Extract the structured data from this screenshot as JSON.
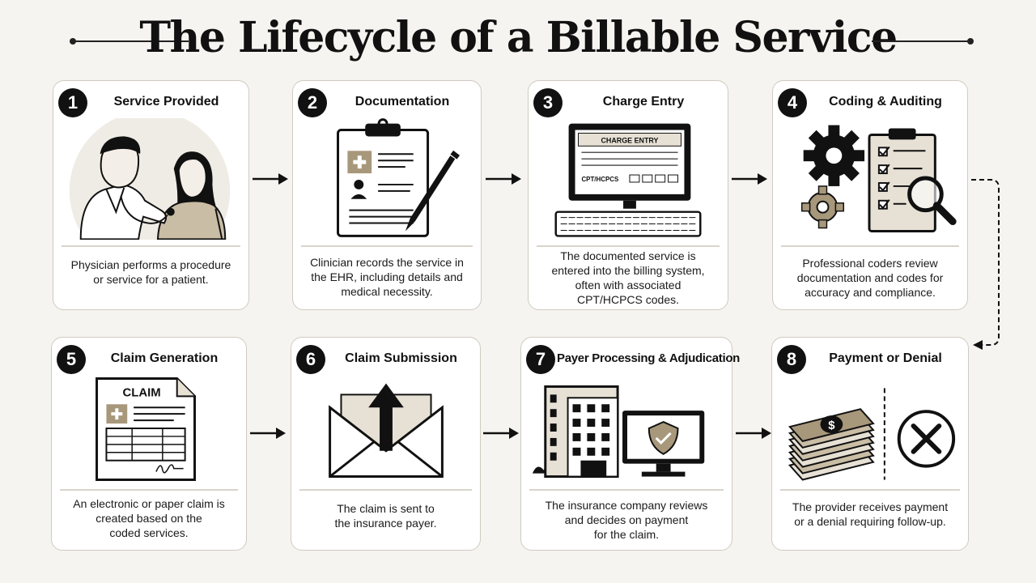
{
  "title": "The Lifecycle of a Billable Service",
  "steps": [
    {
      "number": "1",
      "title": "Service Provided",
      "lines": [
        "Physician performs a procedure",
        "or service for a patient."
      ]
    },
    {
      "number": "2",
      "title": "Documentation",
      "lines": [
        "Clinician records the service in",
        "the EHR, including details and",
        "medical necessity."
      ]
    },
    {
      "number": "3",
      "title": "Charge Entry",
      "lines": [
        "The documented service is",
        "entered into the billing system,",
        "often with associated",
        "CPT/HCPCS codes."
      ]
    },
    {
      "number": "4",
      "title": "Coding & Auditing",
      "lines": [
        "Professional coders review",
        "documentation and codes for",
        "accuracy and compliance."
      ]
    },
    {
      "number": "5",
      "title": "Claim Generation",
      "lines": [
        "An electronic or paper claim is",
        "created based on the",
        "coded services."
      ]
    },
    {
      "number": "6",
      "title": "Claim Submission",
      "lines": [
        "The claim is sent to",
        "the insurance payer."
      ]
    },
    {
      "number": "7",
      "title": "Payer Processing & Adjudication",
      "lines": [
        "The insurance company reviews",
        "and decides on payment",
        "for the claim."
      ]
    },
    {
      "number": "8",
      "title": "Payment or Denial",
      "lines": [
        "The provider receives payment",
        "or a denial requiring follow-up."
      ]
    }
  ],
  "illustrations": {
    "charge_entry_header": "CHARGE ENTRY",
    "charge_entry_field": "CPT/HCPCS",
    "claim_header": "CLAIM"
  },
  "colors": {
    "accent": "#a8987b",
    "accent_light": "#e7e1d5",
    "ink": "#111111",
    "card_border": "#cfcbc2"
  }
}
